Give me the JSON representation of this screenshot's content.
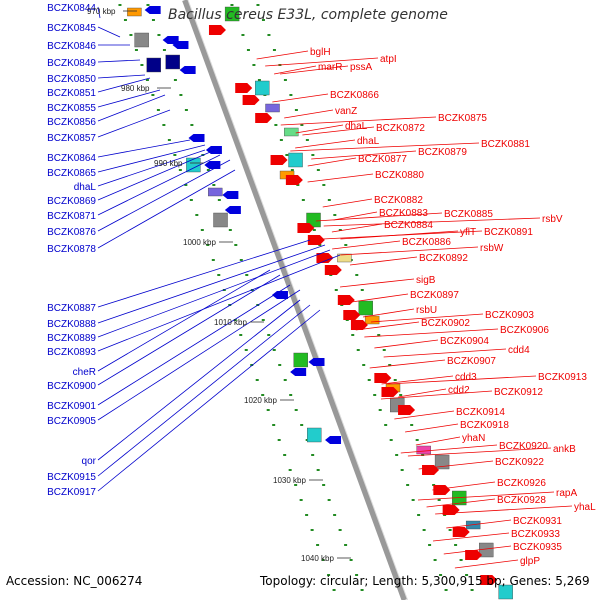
{
  "title": "Bacillus cereus E33L, complete genome",
  "footer": {
    "accession": "Accession: NC_006274",
    "info": "Topology: circular; Length: 5,300,915 bp; Genes: 5,269"
  },
  "colors": {
    "forward_label": "#ee0000",
    "reverse_label": "#0000cc",
    "backbone": "#999999",
    "ruler_tick": "#228b22"
  },
  "ruler_labels": [
    "970 kbp",
    "980 kbp",
    "990 kbp",
    "1000 kbp",
    "1010 kbp",
    "1020 kbp",
    "1030 kbp",
    "1040 kbp"
  ],
  "left_labels": [
    "BCZK0844",
    "BCZK0845",
    "BCZK0846",
    "BCZK0849",
    "BCZK0850",
    "BCZK0851",
    "BCZK0855",
    "BCZK0856",
    "BCZK0857",
    "BCZK0864",
    "BCZK0865",
    "dhaL",
    "BCZK0869",
    "BCZK0871",
    "BCZK0876",
    "BCZK0878",
    "BCZK0887",
    "BCZK0888",
    "BCZK0889",
    "BCZK0893",
    "cheR",
    "BCZK0900",
    "BCZK0901",
    "BCZK0905",
    "qor",
    "BCZK0915",
    "BCZK0917"
  ],
  "right_labels": [
    "bglH",
    "atpI",
    "marR",
    "pssA",
    "BCZK0866",
    "vanZ",
    "dhaL",
    "BCZK0872",
    "BCZK0875",
    "dhaL",
    "BCZK0877",
    "BCZK0879",
    "BCZK0881",
    "BCZK0880",
    "BCZK0882",
    "BCZK0883",
    "BCZK0885",
    "rsbV",
    "BCZK0884",
    "yflT",
    "BCZK0891",
    "BCZK0886",
    "rsbW",
    "BCZK0892",
    "sigB",
    "BCZK0897",
    "rsbU",
    "BCZK0903",
    "BCZK0902",
    "BCZK0906",
    "BCZK0904",
    "cdd4",
    "BCZK0907",
    "cdd3",
    "BCZK0913",
    "cdd2",
    "BCZK0912",
    "BCZK0914",
    "BCZK0918",
    "yhaN",
    "BCZK0920",
    "ankB",
    "BCZK0922",
    "BCZK0926",
    "rapA",
    "BCZK0928",
    "yhaL",
    "BCZK0931",
    "BCZK0933",
    "BCZK0935",
    "glpP"
  ]
}
